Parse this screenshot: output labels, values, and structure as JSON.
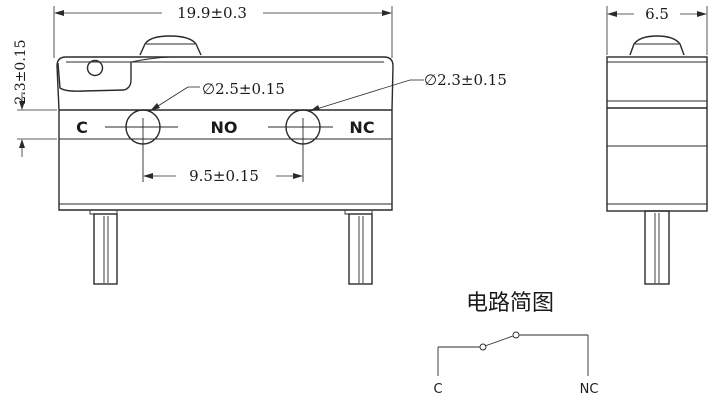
{
  "dimensions": {
    "overall_width": "19.9±0.3",
    "side_width": "6.5",
    "height_vertical": "2.3±0.15",
    "hole_c": "∅2.5±0.15",
    "hole_nc": "∅2.3±0.15",
    "hole_spacing": "9.5±0.15"
  },
  "terminal_labels": {
    "c": "C",
    "no": "NO",
    "nc": "NC"
  },
  "circuit": {
    "title": "电路简图",
    "label_c": "C",
    "label_nc": "NC"
  }
}
